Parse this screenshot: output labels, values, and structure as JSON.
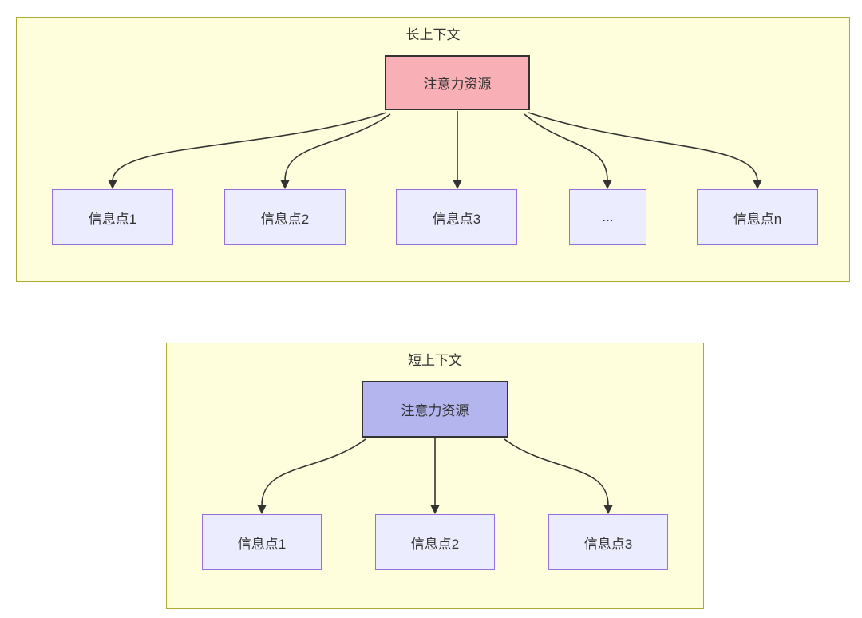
{
  "diagram": {
    "sections": [
      {
        "title": "长上下文",
        "root": {
          "label": "注意力资源"
        },
        "nodes": [
          {
            "label": "信息点1"
          },
          {
            "label": "信息点2"
          },
          {
            "label": "信息点3"
          },
          {
            "label": "..."
          },
          {
            "label": "信息点n"
          }
        ]
      },
      {
        "title": "短上下文",
        "root": {
          "label": "注意力资源"
        },
        "nodes": [
          {
            "label": "信息点1"
          },
          {
            "label": "信息点2"
          },
          {
            "label": "信息点3"
          }
        ]
      }
    ],
    "colors": {
      "container_fill": "#FEFEDC",
      "container_border": "#ABAB33",
      "long_root_fill": "#F9AFB6",
      "short_root_fill": "#B4B4EF",
      "root_border": "#333333",
      "node_fill": "#ECECFF",
      "node_border": "#9370DB",
      "arrow": "#333333",
      "text": "#333333"
    }
  }
}
